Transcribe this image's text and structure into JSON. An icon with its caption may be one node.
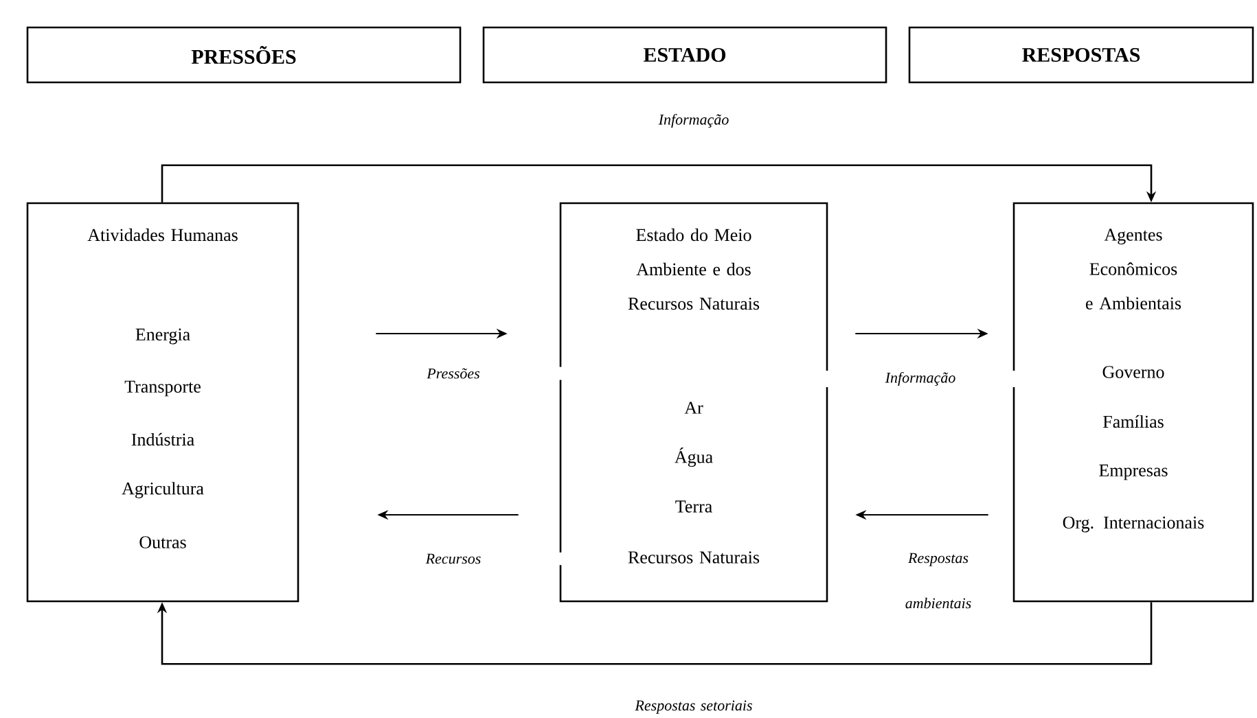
{
  "diagram": {
    "nodes": [
      {
        "text": [
          "PRESSÕES"
        ]
      },
      {
        "text": [
          "ESTADO"
        ]
      },
      {
        "text": [
          "RESPOSTAS"
        ]
      },
      {
        "text": [
          "Atividades Humanas",
          "Energia",
          "Transporte",
          "Indústria",
          "Agricultura",
          "Outras"
        ]
      },
      {
        "text": [
          "Estado do Meio Ambiente e dos Recursos Naturais",
          "Ar",
          "Água",
          "Terra",
          "Recursos Naturais"
        ]
      },
      {
        "text": [
          "Agentes Econômicos e Ambientais",
          "Governo",
          "Famílias",
          "Empresas",
          "Org. Internacionais"
        ]
      }
    ],
    "edges": [
      {
        "from": 3,
        "to": 5,
        "arrow": "to",
        "label": "Informação"
      },
      {
        "from": 3,
        "to": 4,
        "arrow": "to",
        "label": "Pressões"
      },
      {
        "from": 4,
        "to": 5,
        "arrow": "to",
        "label": "Informação"
      },
      {
        "from": 4,
        "to": 3,
        "arrow": "to",
        "label": "Recursos"
      },
      {
        "from": 5,
        "to": 4,
        "arrow": "to",
        "label": "Respostas ambientais"
      },
      {
        "from": 5,
        "to": 3,
        "arrow": "to",
        "label": "Respostas setoriais"
      }
    ]
  }
}
